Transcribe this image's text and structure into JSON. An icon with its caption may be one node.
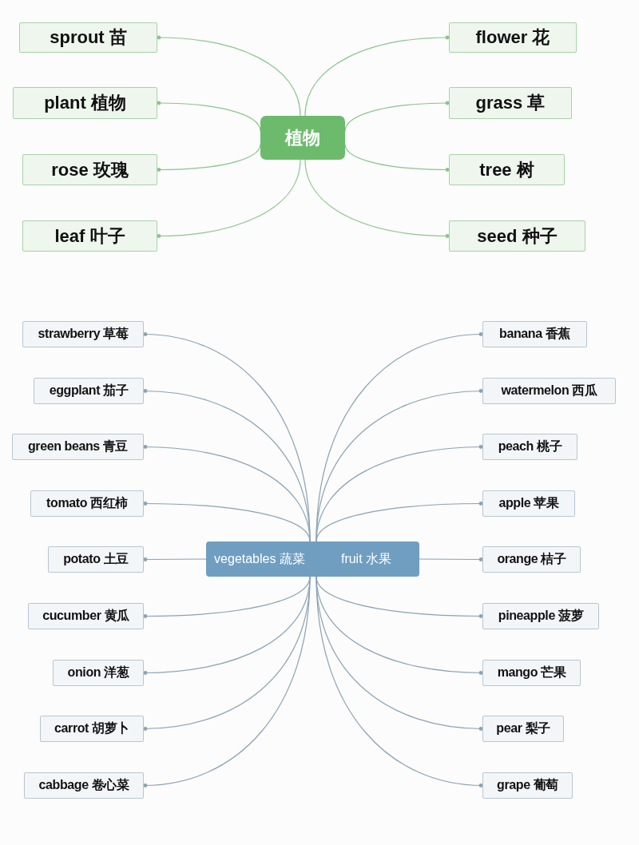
{
  "diagram": {
    "nodes": [
      {
        "text": [
          "植物"
        ]
      },
      {
        "text": [
          "sprout 苗"
        ]
      },
      {
        "text": [
          "plant 植物"
        ]
      },
      {
        "text": [
          "rose 玫瑰"
        ]
      },
      {
        "text": [
          "leaf 叶子"
        ]
      },
      {
        "text": [
          "flower 花"
        ]
      },
      {
        "text": [
          "grass 草"
        ]
      },
      {
        "text": [
          "tree 树"
        ]
      },
      {
        "text": [
          "seed 种子"
        ]
      },
      {
        "text": [
          "vegetables 蔬菜"
        ]
      },
      {
        "text": [
          "fruit 水果"
        ]
      },
      {
        "text": [
          "strawberry 草莓"
        ]
      },
      {
        "text": [
          "eggplant 茄子"
        ]
      },
      {
        "text": [
          "green beans 青豆"
        ]
      },
      {
        "text": [
          "tomato 西红柿"
        ]
      },
      {
        "text": [
          "potato 土豆"
        ]
      },
      {
        "text": [
          "cucumber 黄瓜"
        ]
      },
      {
        "text": [
          "onion 洋葱"
        ]
      },
      {
        "text": [
          "carrot 胡萝卜"
        ]
      },
      {
        "text": [
          "cabbage 卷心菜"
        ]
      },
      {
        "text": [
          "banana 香蕉"
        ]
      },
      {
        "text": [
          "watermelon 西瓜"
        ]
      },
      {
        "text": [
          "peach 桃子"
        ]
      },
      {
        "text": [
          "apple 苹果"
        ]
      },
      {
        "text": [
          "orange 桔子"
        ]
      },
      {
        "text": [
          "pineapple 菠萝"
        ]
      },
      {
        "text": [
          "mango 芒果"
        ]
      },
      {
        "text": [
          "pear 梨子"
        ]
      },
      {
        "text": [
          "grape 葡萄"
        ]
      }
    ],
    "edges": [
      {
        "from": 0,
        "to": 1,
        "arrow": "other"
      },
      {
        "from": 0,
        "to": 2,
        "arrow": "other"
      },
      {
        "from": 0,
        "to": 3,
        "arrow": "other"
      },
      {
        "from": 0,
        "to": 4,
        "arrow": "other"
      },
      {
        "from": 0,
        "to": 5,
        "arrow": "other"
      },
      {
        "from": 0,
        "to": 6,
        "arrow": "other"
      },
      {
        "from": 0,
        "to": 7,
        "arrow": "other"
      },
      {
        "from": 0,
        "to": 8,
        "arrow": "other"
      },
      {
        "from": 9,
        "to": 11,
        "arrow": "other"
      },
      {
        "from": 9,
        "to": 12,
        "arrow": "other"
      },
      {
        "from": 9,
        "to": 13,
        "arrow": "other"
      },
      {
        "from": 9,
        "to": 14,
        "arrow": "other"
      },
      {
        "from": 9,
        "to": 15,
        "arrow": "other"
      },
      {
        "from": 9,
        "to": 16,
        "arrow": "other"
      },
      {
        "from": 9,
        "to": 17,
        "arrow": "other"
      },
      {
        "from": 9,
        "to": 18,
        "arrow": "other"
      },
      {
        "from": 9,
        "to": 19,
        "arrow": "other"
      },
      {
        "from": 10,
        "to": 20,
        "arrow": "other"
      },
      {
        "from": 10,
        "to": 21,
        "arrow": "other"
      },
      {
        "from": 10,
        "to": 22,
        "arrow": "other"
      },
      {
        "from": 10,
        "to": 23,
        "arrow": "other"
      },
      {
        "from": 10,
        "to": 24,
        "arrow": "other"
      },
      {
        "from": 10,
        "to": 25,
        "arrow": "other"
      },
      {
        "from": 10,
        "to": 26,
        "arrow": "other"
      },
      {
        "from": 10,
        "to": 27,
        "arrow": "other"
      },
      {
        "from": 10,
        "to": 28,
        "arrow": "other"
      }
    ]
  }
}
